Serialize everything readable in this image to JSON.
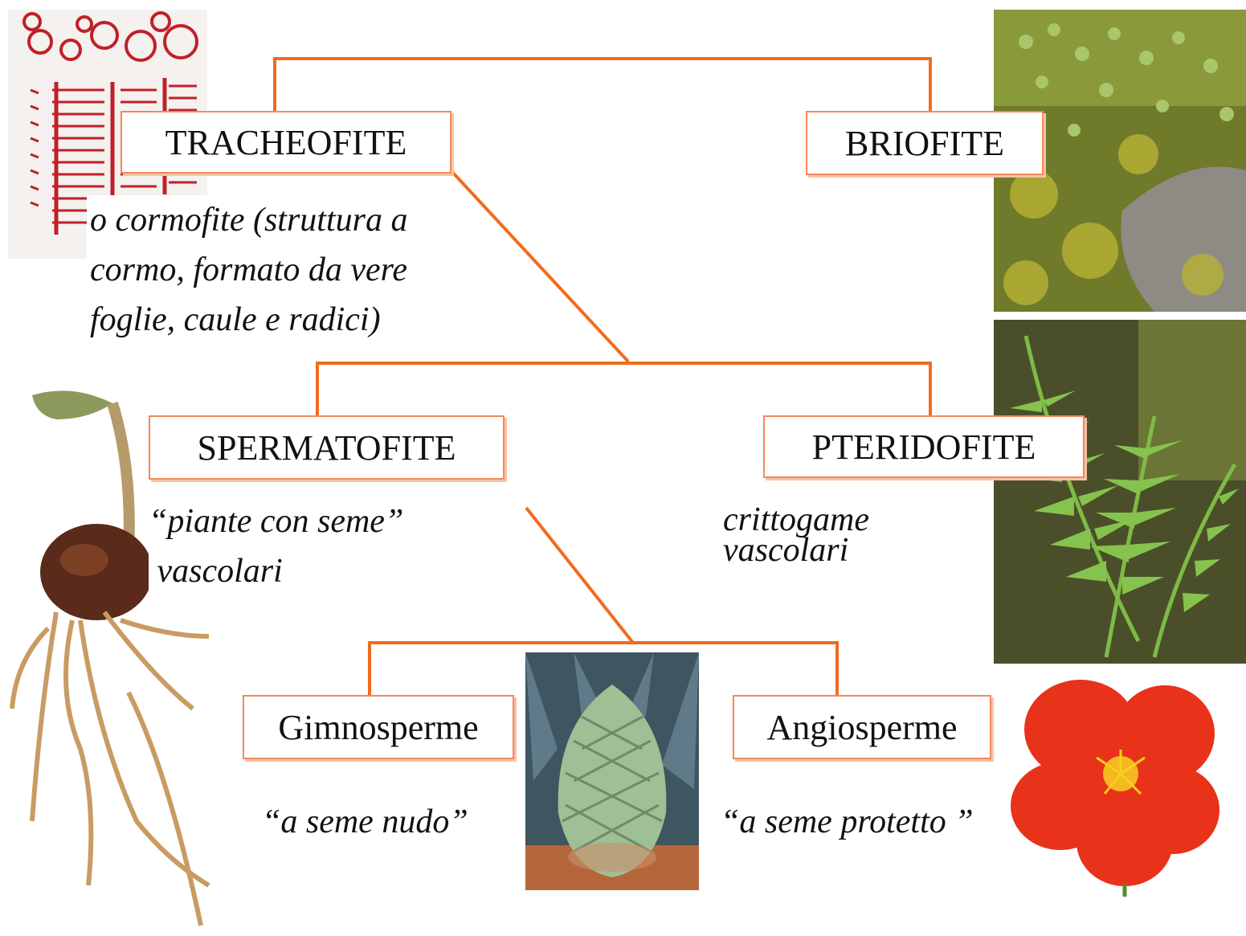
{
  "colors": {
    "connector": "#f26b1d",
    "box_border": "#f08a5a"
  },
  "nodes": {
    "tracheofite": {
      "label": "TRACHEOFITE"
    },
    "briofite": {
      "label": "BRIOFITE"
    },
    "spermatofite": {
      "label": "SPERMATOFITE"
    },
    "pteridofite": {
      "label": "PTERIDOFITE"
    },
    "gimnosperme": {
      "label": "Gimnosperme"
    },
    "angiosperme": {
      "label": "Angiosperme"
    }
  },
  "notes": {
    "tracheofite_lines": [
      "o cormofite (struttura a",
      "cormo, formato da vere",
      "foglie, caule e radici)"
    ],
    "spermatofite_lines": [
      "“piante con seme”",
      " vascolari"
    ],
    "pteridofite_lines": [
      "crittogame",
      "vascolari"
    ],
    "gimnosperme": "“a seme nudo”",
    "angiosperme": "“a seme protetto ”"
  },
  "images": {
    "vessels": "vascular-vessels-drawing",
    "moss": "moss-photo",
    "seedling": "germinating-seed-photo",
    "fern": "fern-photo",
    "cone": "cycad-cone-photo",
    "flower": "red-flower-photo"
  }
}
